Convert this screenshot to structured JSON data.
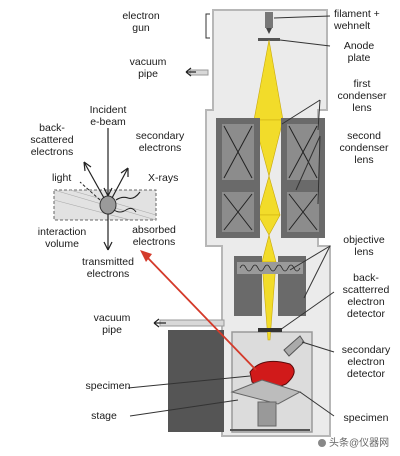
{
  "labels": {
    "electron_gun": "electron\ngun",
    "filament": "filament +\nwehnelt",
    "anode": "Anode\nplate",
    "vacuum_pipe_top": "vacuum\npipe",
    "first_condenser": "first\ncondenser\nlens",
    "second_condenser": "second\ncondenser\nlens",
    "objective_lens": "objective\nlens",
    "backscattered_detector": "back-\nscatterred\nelectron\ndetector",
    "secondary_detector": "secondary\nelectron\ndetector",
    "specimen_right": "specimen",
    "vacuum_pipe_bottom": "vacuum\npipe",
    "specimen_left": "specimen",
    "stage": "stage",
    "incident_beam": "Incident\ne-beam",
    "backscattered_electrons": "back-\nscattered\nelectrons",
    "secondary_electrons": "secondary\nelectrons",
    "light": "light",
    "xrays": "X-rays",
    "interaction_volume": "interaction\nvolume",
    "absorbed_electrons": "absorbed\nelectrons",
    "transmitted_electrons": "transmitted\nelectrons"
  },
  "watermark": "头条@仪器网",
  "colors": {
    "column": "#ebebeb",
    "column_edge": "#b7b7b7",
    "lens_dark": "#5f5f5f",
    "beam": "#f2dc2a",
    "arrow_red": "#d43a2a",
    "specimen_red": "#d11a1a"
  }
}
